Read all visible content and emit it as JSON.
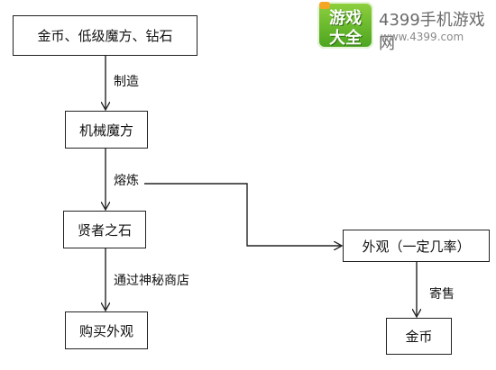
{
  "watermark": {
    "badge_line1": "游戏",
    "badge_line2": "大全",
    "site_name": "4399手机游戏网",
    "site_url": "www.4399.com"
  },
  "nodes": {
    "materials": "金币、低级魔方、钻石",
    "mechanical_cube": "机械魔方",
    "sage_stone": "贤者之石",
    "buy_appearance": "购买外观",
    "appearance_chance": "外观（一定几率）",
    "gold": "金币"
  },
  "edges": {
    "craft": "制造",
    "smelt": "熔炼",
    "mystery_shop": "通过神秘商店",
    "consign": "寄售"
  }
}
